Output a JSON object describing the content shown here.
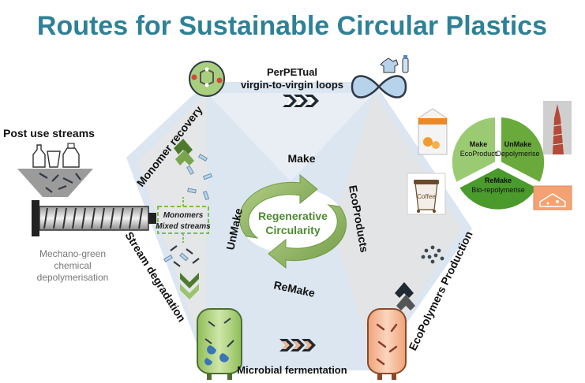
{
  "title": "Routes for Sustainable Circular Plastics",
  "labels": {
    "post_use": "Post use streams",
    "mechano": [
      "Mechano-green",
      "chemical",
      "depolymerisation"
    ],
    "monomer_recovery": "Monomer recovery",
    "stream_degradation": "Stream degradation",
    "perpetual": [
      "PerPETual",
      "virgin-to-virgin loops"
    ],
    "make": "Make",
    "unmake": "UnMake",
    "remake": "ReMake",
    "ecoproducts": "EcoProducts",
    "regen": [
      "Regenerative",
      "Circularity"
    ],
    "monomers": "Monomers",
    "mixed_streams": "Mixed streams",
    "microbial": "Microbial fermentation",
    "ecopolymers": "EcoPolymers Production",
    "pie": {
      "make": [
        "Make",
        "EcoProduct"
      ],
      "unmake": [
        "UnMake",
        "Depolymerise"
      ],
      "remake": [
        "ReMake",
        "Bio-repolymerise"
      ]
    },
    "coffee": "Coffee"
  },
  "colors": {
    "title": "#2e8196",
    "hex_bg": "#dbe6f1",
    "inner_gray": "#e4e4e4",
    "ring_green": "#8fb466",
    "regen_green": "#4e8a30",
    "dash_green": "#7cbf4a",
    "chevron_orange": "#e8a070",
    "pie_make": "#82bd63",
    "pie_unmake": "#6aaa3c",
    "pie_remake": "#3e8d27"
  }
}
